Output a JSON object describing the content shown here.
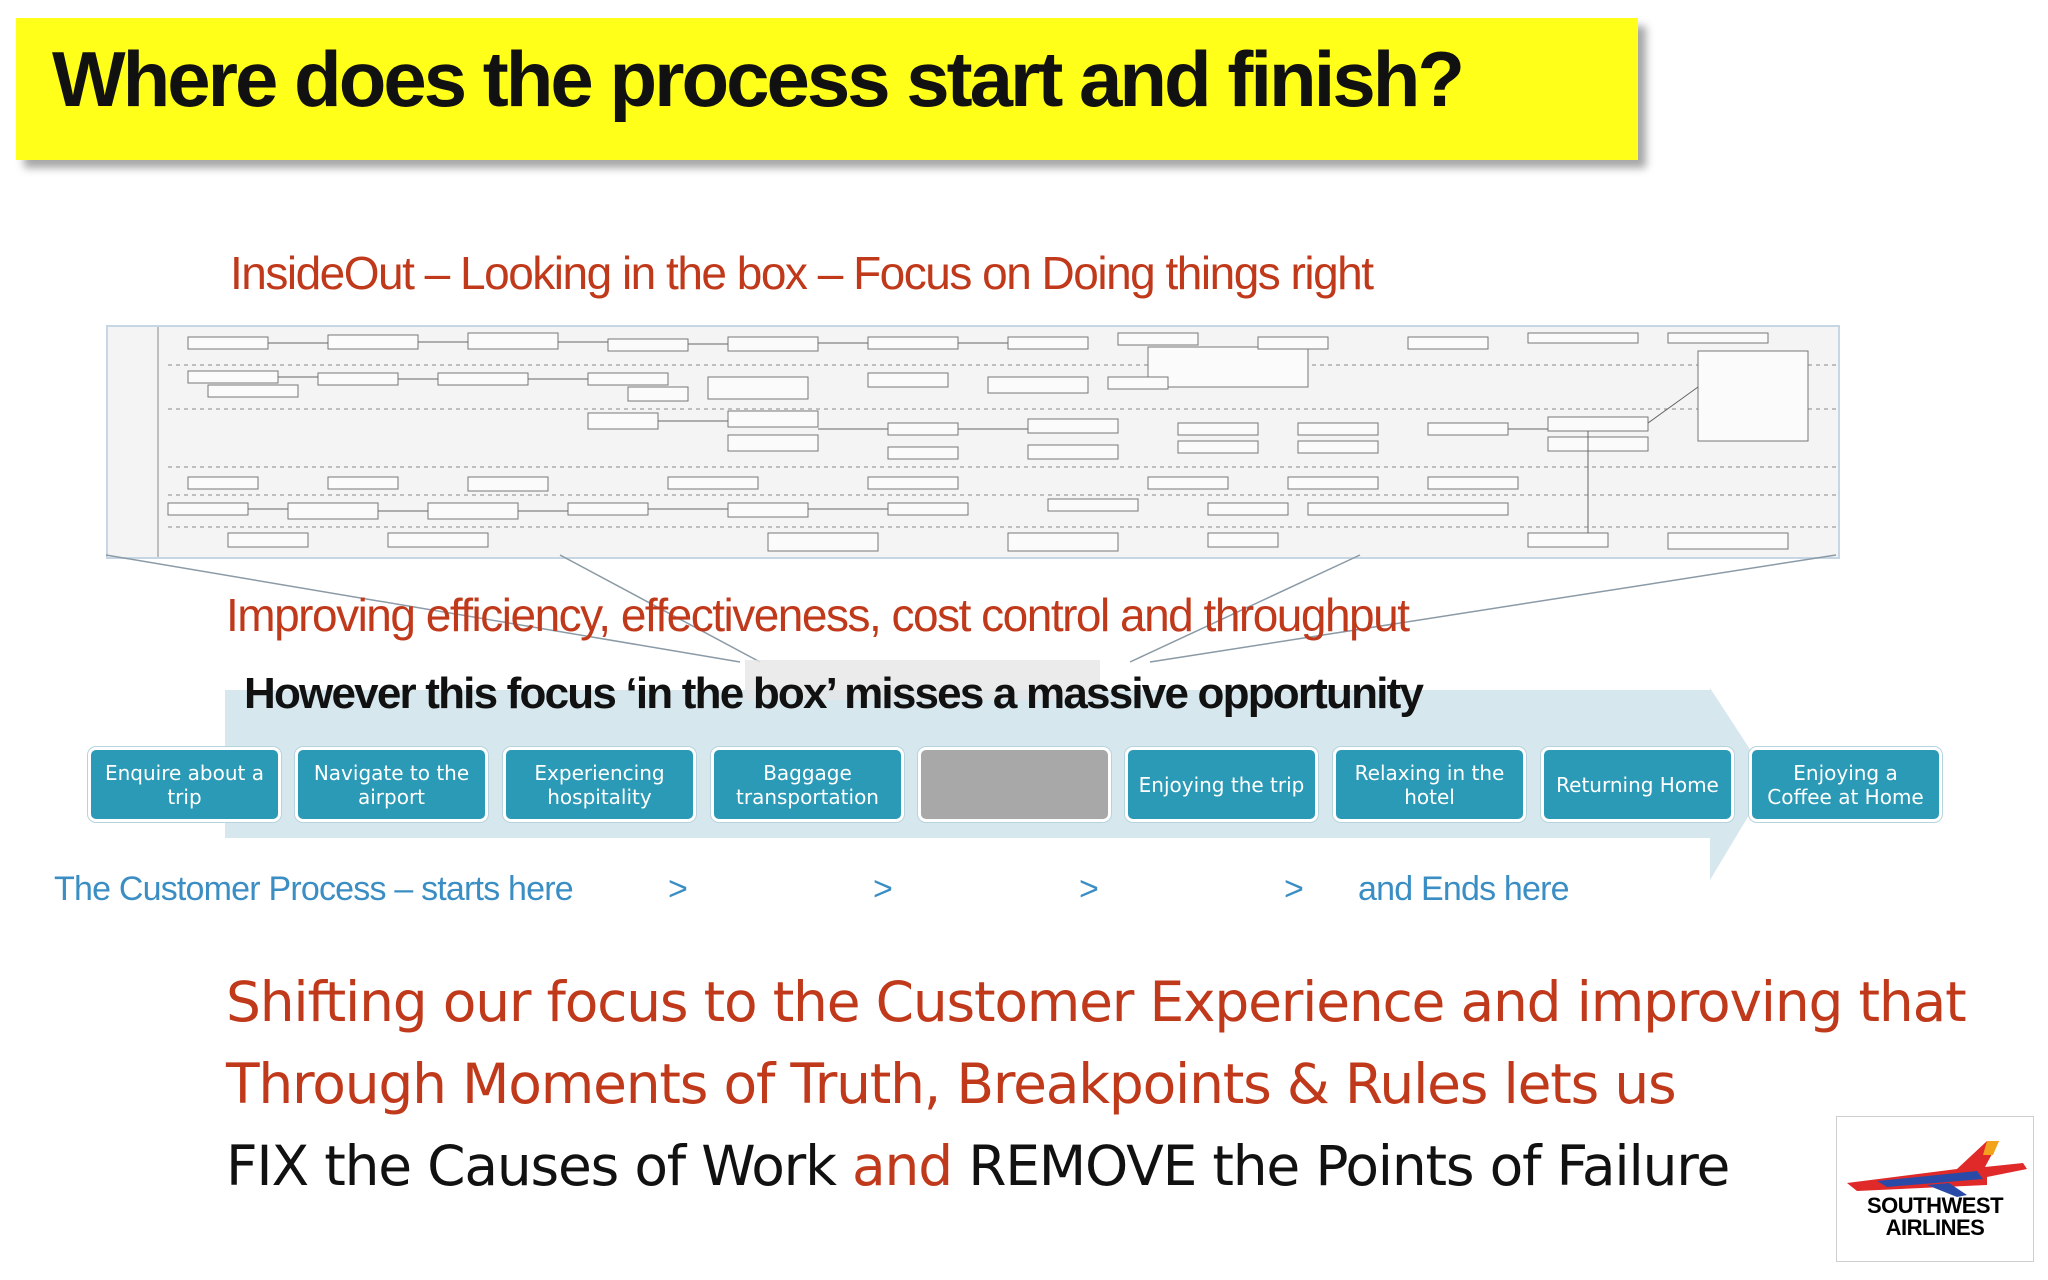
{
  "title": "Where does the process start and finish?",
  "insideout_heading": "InsideOut – Looking in the box – Focus on Doing things right",
  "improving_heading": "Improving efficiency, effectiveness, cost control and throughput",
  "missed_heading": "However this focus  ‘in the box’ misses a massive opportunity",
  "process_steps": [
    "Enquire about a trip",
    "Navigate to the airport",
    "Experiencing hospitality",
    "Baggage transportation",
    "",
    "Enjoying the trip",
    "Relaxing in the hotel",
    "Returning Home",
    "Enjoying a Coffee at Home"
  ],
  "customer_process": {
    "start": "The Customer Process – starts  here",
    "separators": [
      ">",
      ">",
      ">",
      ">"
    ],
    "end": "and Ends  here"
  },
  "closing": {
    "line1": "Shifting our focus to the Customer Experience and improving that",
    "line2": "Through Moments of Truth, Breakpoints & Rules lets us",
    "line3_part1": "FIX the Causes of Work",
    "line3_part2": "and",
    "line3_part3": "REMOVE the Points of Failure"
  },
  "logo": {
    "line1": "SOUTHWEST",
    "line2": "AIRLINES"
  },
  "colors": {
    "title_bar": "#ffff1a",
    "red_text": "#c0391b",
    "blue_text": "#3b8ec4",
    "step_fill": "#2b9ab6",
    "step_empty": "#a8a8a8",
    "arrow_band": "#d6e7ee"
  }
}
